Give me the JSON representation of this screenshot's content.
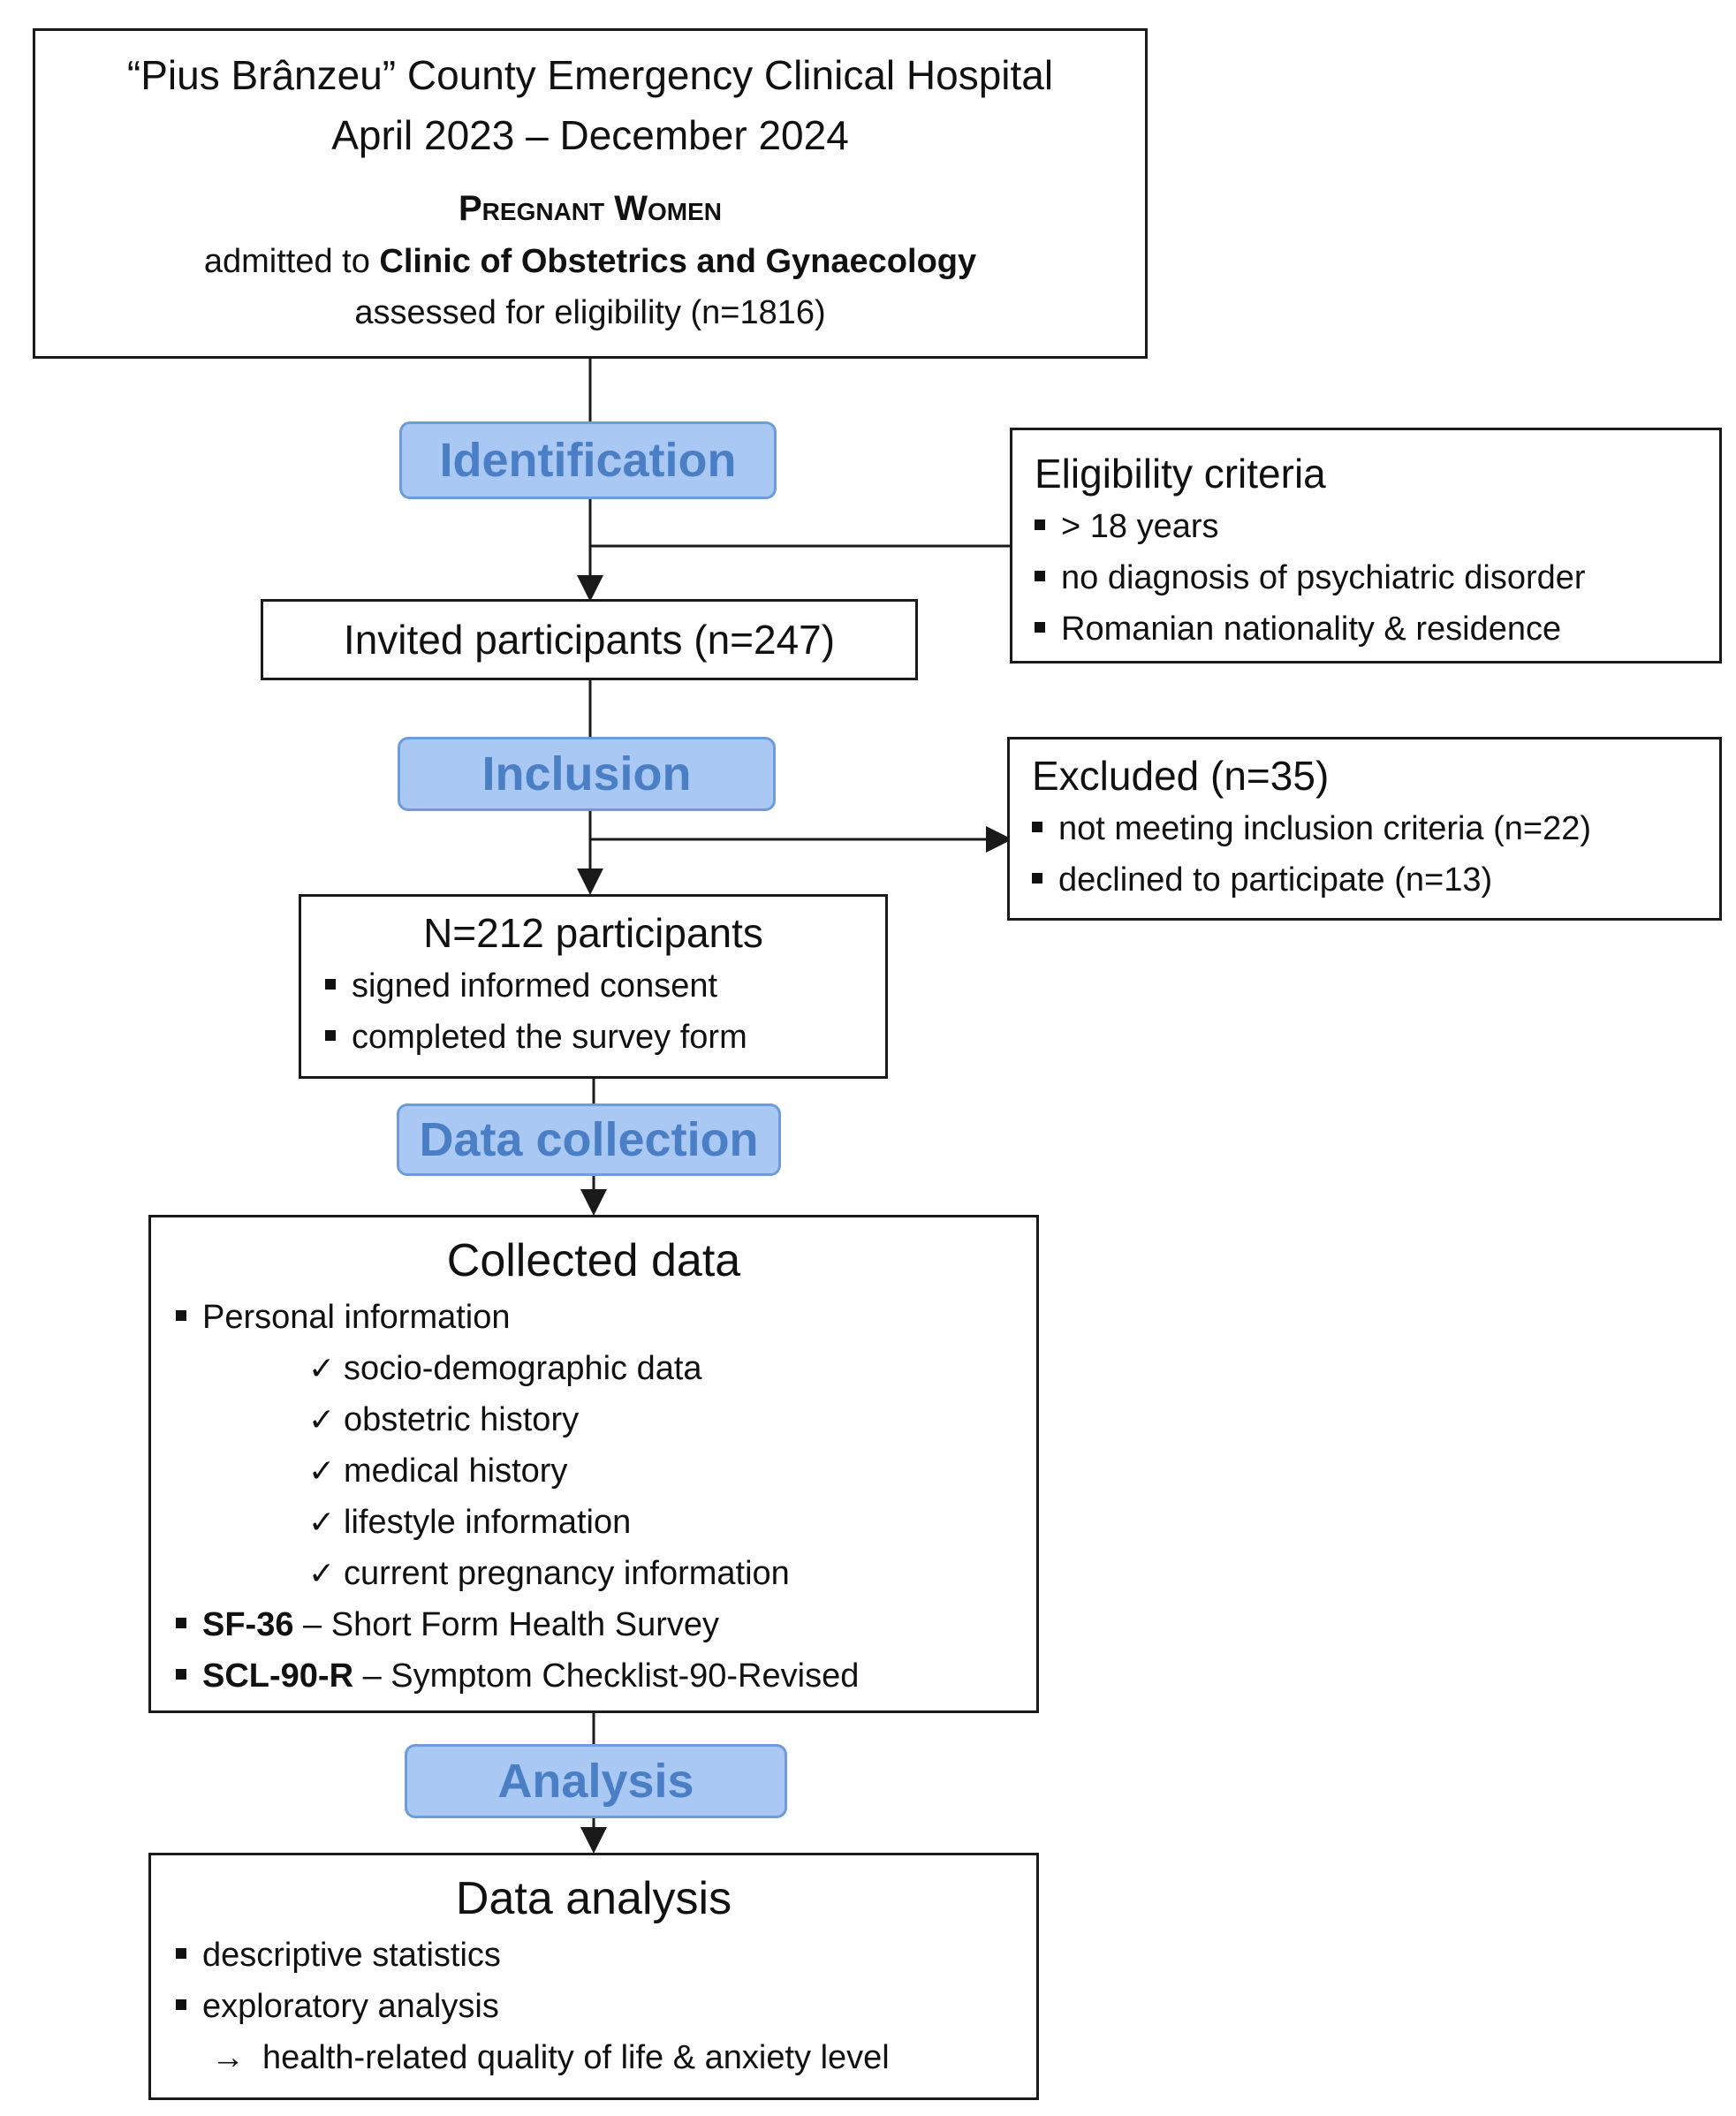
{
  "top_box": {
    "line1": "“Pius Brânzeu” County Emergency Clinical Hospital",
    "line2": "April 2023 – December 2024",
    "caps": "Pregnant Women",
    "line4_prefix": "admitted to ",
    "line4_bold": "Clinic of Obstetrics and Gynaecology",
    "line5": "assessed for eligibility (n=1816)"
  },
  "stages": {
    "identification": "Identification",
    "inclusion": "Inclusion",
    "data_collection": "Data collection",
    "analysis": "Analysis"
  },
  "eligibility": {
    "title": "Eligibility criteria",
    "items": [
      "> 18 years",
      "no diagnosis of psychiatric disorder",
      "Romanian nationality & residence"
    ]
  },
  "invited": {
    "text": "Invited participants (n=247)"
  },
  "excluded": {
    "title": "Excluded (n=35)",
    "items": [
      "not meeting inclusion criteria (n=22)",
      "declined to participate (n=13)"
    ]
  },
  "participants": {
    "title": "N=212 participants",
    "items": [
      "signed informed consent",
      "completed the survey form"
    ]
  },
  "collected": {
    "title": "Collected data",
    "personal": "Personal information",
    "checks": [
      "socio-demographic data",
      "obstetric history",
      "medical history",
      "lifestyle information",
      "current pregnancy information"
    ],
    "sf36_bold": "SF-36",
    "sf36_rest": " – Short Form Health Survey",
    "scl_bold": "SCL-90-R",
    "scl_rest": " – Symptom Checklist-90-Revised"
  },
  "analysis_box": {
    "title": "Data analysis",
    "items": [
      "descriptive statistics",
      "exploratory analysis"
    ],
    "arrow_item": "health-related quality of life & anxiety level"
  },
  "colors": {
    "stage_fill": "#a9c8f3",
    "stage_border": "#6f9bd9",
    "stage_text": "#4a7fc6",
    "line": "#1a1a1a"
  }
}
